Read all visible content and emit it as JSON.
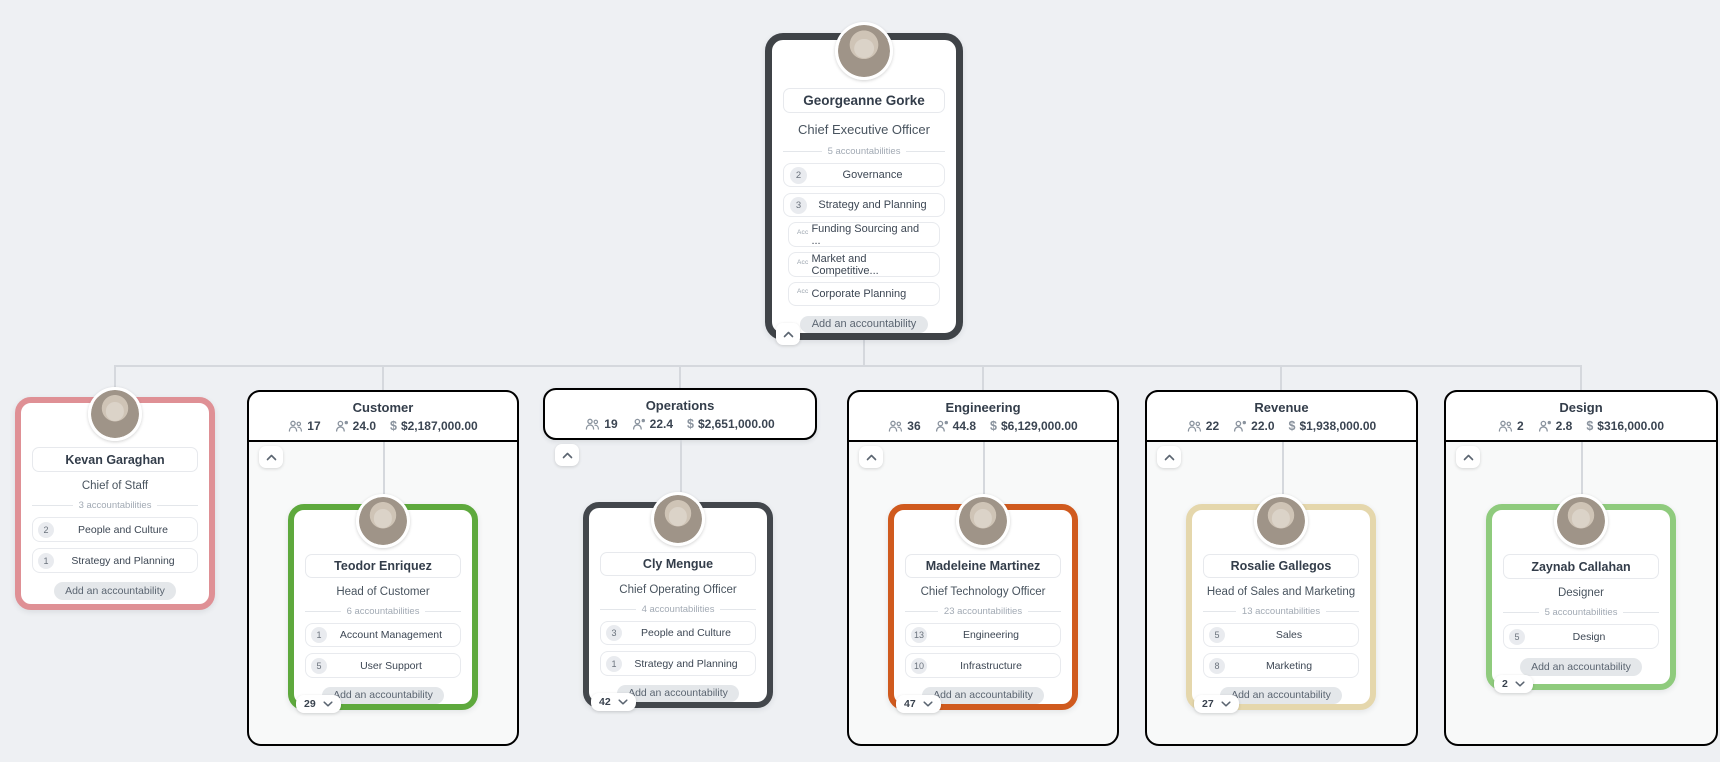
{
  "canvas": {
    "background": "#eef0f3"
  },
  "icons": {
    "headcount": "people-icon",
    "fte": "person-fte-icon",
    "budget": "dollar-icon",
    "dollar_glyph": "$",
    "collapse": "chevron-up-icon",
    "expand": "chevron-down-icon"
  },
  "ceo_card": {
    "name": "Georgeanne Gorke",
    "title": "Chief Executive Officer",
    "accountabilities_summary": "5 accountabilities",
    "accountabilities": [
      {
        "count": "2",
        "label": "Governance"
      },
      {
        "count": "3",
        "label": "Strategy and Planning"
      }
    ],
    "sub_accountabilities": [
      {
        "tag": "Acc",
        "label": "Funding Sourcing and ..."
      },
      {
        "tag": "Acc",
        "label": "Market and Competitive..."
      },
      {
        "tag": "Acc",
        "label": "Corporate Planning"
      }
    ],
    "add_button": "Add an accountability"
  },
  "staff_card": {
    "name": "Kevan Garaghan",
    "title": "Chief of Staff",
    "accountabilities_summary": "3 accountabilities",
    "accountabilities": [
      {
        "count": "2",
        "label": "People and Culture"
      },
      {
        "count": "1",
        "label": "Strategy and Planning"
      }
    ],
    "add_button": "Add an accountability",
    "accent_color": "#df9095"
  },
  "groups": [
    {
      "name": "Customer",
      "accent_color": "#5ea93d",
      "stats": {
        "headcount": "17",
        "fte": "24.0",
        "budget": "$2,187,000.00"
      },
      "member": {
        "name": "Teodor Enriquez",
        "title": "Head of Customer",
        "accountabilities_summary": "6 accountabilities",
        "accountabilities": [
          {
            "count": "1",
            "label": "Account Management"
          },
          {
            "count": "5",
            "label": "User Support"
          }
        ],
        "add_button": "Add an accountability",
        "expand_badge": "29"
      }
    },
    {
      "name": "Operations",
      "accent_color": "#43474c",
      "stats": {
        "headcount": "19",
        "fte": "22.4",
        "budget": "$2,651,000.00"
      },
      "member": {
        "name": "Cly Mengue",
        "title": "Chief Operating Officer",
        "accountabilities_summary": "4 accountabilities",
        "accountabilities": [
          {
            "count": "3",
            "label": "People and Culture"
          },
          {
            "count": "1",
            "label": "Strategy and Planning"
          }
        ],
        "add_button": "Add an accountability",
        "expand_badge": "42"
      }
    },
    {
      "name": "Engineering",
      "accent_color": "#d05a1e",
      "stats": {
        "headcount": "36",
        "fte": "44.8",
        "budget": "$6,129,000.00"
      },
      "member": {
        "name": "Madeleine Martinez",
        "title": "Chief Technology Officer",
        "accountabilities_summary": "23 accountabilities",
        "accountabilities": [
          {
            "count": "13",
            "label": "Engineering"
          },
          {
            "count": "10",
            "label": "Infrastructure"
          }
        ],
        "add_button": "Add an accountability",
        "expand_badge": "47"
      }
    },
    {
      "name": "Revenue",
      "accent_color": "#e5d7ac",
      "stats": {
        "headcount": "22",
        "fte": "22.0",
        "budget": "$1,938,000.00"
      },
      "member": {
        "name": "Rosalie Gallegos",
        "title": "Head of Sales and Marketing",
        "accountabilities_summary": "13 accountabilities",
        "accountabilities": [
          {
            "count": "5",
            "label": "Sales"
          },
          {
            "count": "8",
            "label": "Marketing"
          }
        ],
        "add_button": "Add an accountability",
        "expand_badge": "27"
      }
    },
    {
      "name": "Design",
      "accent_color": "#8fcb7d",
      "stats": {
        "headcount": "2",
        "fte": "2.8",
        "budget": "$316,000.00"
      },
      "member": {
        "name": "Zaynab Callahan",
        "title": "Designer",
        "accountabilities_summary": "5 accountabilities",
        "accountabilities": [
          {
            "count": "5",
            "label": "Design"
          }
        ],
        "add_button": "Add an accountability",
        "expand_badge": "2"
      }
    }
  ]
}
